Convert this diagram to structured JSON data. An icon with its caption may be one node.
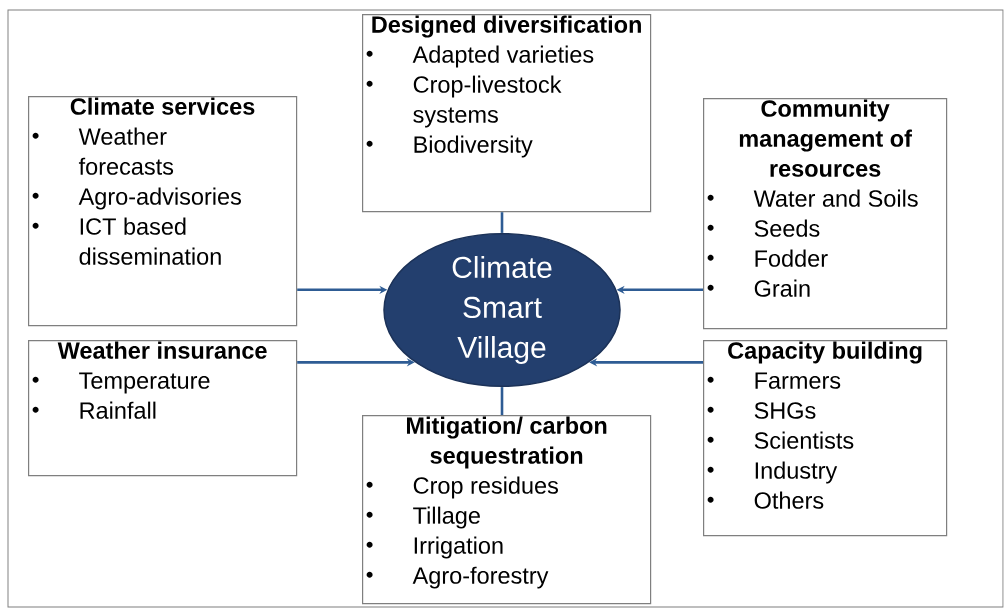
{
  "diagram": {
    "nodes": [
      {
        "text": [
          "Designed diversification",
          "Adapted varieties",
          "Crop-livestock systems",
          "Biodiversity"
        ]
      },
      {
        "text": [
          "Climate services",
          "Weather forecasts",
          "Agro-advisories",
          "ICT based dissemination"
        ]
      },
      {
        "text": [
          "Community management of resources",
          "Water and Soils",
          "Seeds",
          "Fodder",
          "Grain"
        ]
      },
      {
        "text": [
          "Climate Smart Village"
        ]
      },
      {
        "text": [
          "Weather insurance",
          "Temperature",
          "Rainfall"
        ]
      },
      {
        "text": [
          "Capacity building",
          "Farmers",
          "SHGs",
          "Scientists",
          "Industry",
          "Others"
        ]
      },
      {
        "text": [
          "Mitigation/ carbon sequestration",
          "Crop residues",
          "Tillage",
          "Irrigation",
          "Agro-forestry"
        ]
      }
    ],
    "edges": [
      {
        "from": 0,
        "to": 3,
        "arrow": "none"
      },
      {
        "from": 1,
        "to": 3,
        "arrow": "to"
      },
      {
        "from": 2,
        "to": 3,
        "arrow": "to"
      },
      {
        "from": 4,
        "to": 3,
        "arrow": "to"
      },
      {
        "from": 5,
        "to": 3,
        "arrow": "to"
      },
      {
        "from": 6,
        "to": 3,
        "arrow": "none"
      }
    ]
  }
}
